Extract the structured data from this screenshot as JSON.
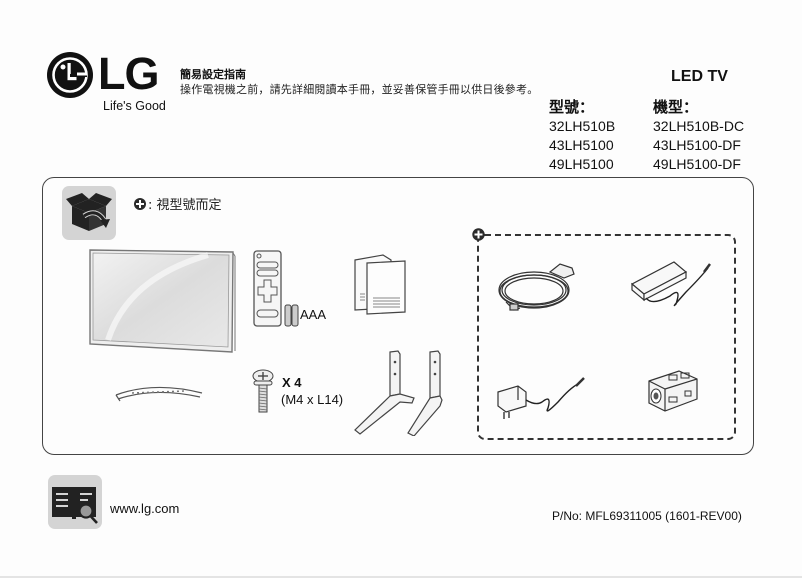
{
  "brand": {
    "logo_text": "LG",
    "slogan": "Life's Good"
  },
  "header": {
    "guide_title": "簡易設定指南",
    "guide_description": "操作電視機之前，請先詳細閱讀本手冊，並妥善保管手冊以供日後參考。",
    "product_type": "LED TV"
  },
  "models": {
    "col1_header": "型號：",
    "col2_header": "機型：",
    "rows": [
      {
        "model": "32LH510B",
        "type": "32LH510B-DC"
      },
      {
        "model": "43LH5100",
        "type": "43LH5100-DF"
      },
      {
        "model": "49LH5100",
        "type": "49LH5100-DF"
      }
    ]
  },
  "contents": {
    "icon": "open-box-icon",
    "note_symbol": "plus-circle-icon",
    "note_text": ": 視型號而定",
    "items": [
      {
        "name": "tv",
        "icon": "tv-icon"
      },
      {
        "name": "remote",
        "icon": "remote-control-icon"
      },
      {
        "name": "batteries",
        "icon": "battery-icon",
        "label": "AAA"
      },
      {
        "name": "manuals",
        "icon": "manual-icon"
      },
      {
        "name": "cable-holder",
        "icon": "cable-holder-icon"
      },
      {
        "name": "screws",
        "icon": "screw-icon",
        "qty": "X 4",
        "spec": "(M4 x L14)"
      },
      {
        "name": "stand",
        "icon": "stand-icon"
      }
    ],
    "optional_items": [
      {
        "name": "power-cord",
        "icon": "power-cord-icon"
      },
      {
        "name": "ac-dc-adapter",
        "icon": "adapter-icon"
      },
      {
        "name": "power-adapter-plug",
        "icon": "wall-adapter-icon"
      },
      {
        "name": "ferrite-core",
        "icon": "ferrite-core-icon"
      }
    ]
  },
  "footer": {
    "icon": "manual-search-icon",
    "url": "www.lg.com",
    "part_number": "P/No: MFL69311005 (1601-REV00)"
  },
  "colors": {
    "text": "#111111",
    "tile_bg": "#d4d4d4",
    "border": "#444444"
  }
}
